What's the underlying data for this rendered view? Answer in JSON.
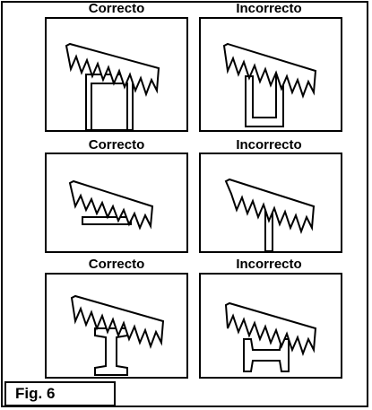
{
  "figure_label": "Fig. 6",
  "panels": [
    {
      "label": "Correcto",
      "subject": "square-tube"
    },
    {
      "label": "Incorrecto",
      "subject": "channel-u"
    },
    {
      "label": "Correcto",
      "subject": "flat-bar-lying"
    },
    {
      "label": "Incorrecto",
      "subject": "flat-bar-standing"
    },
    {
      "label": "Correcto",
      "subject": "i-beam-upright"
    },
    {
      "label": "Incorrecto",
      "subject": "i-beam-sideways"
    }
  ]
}
